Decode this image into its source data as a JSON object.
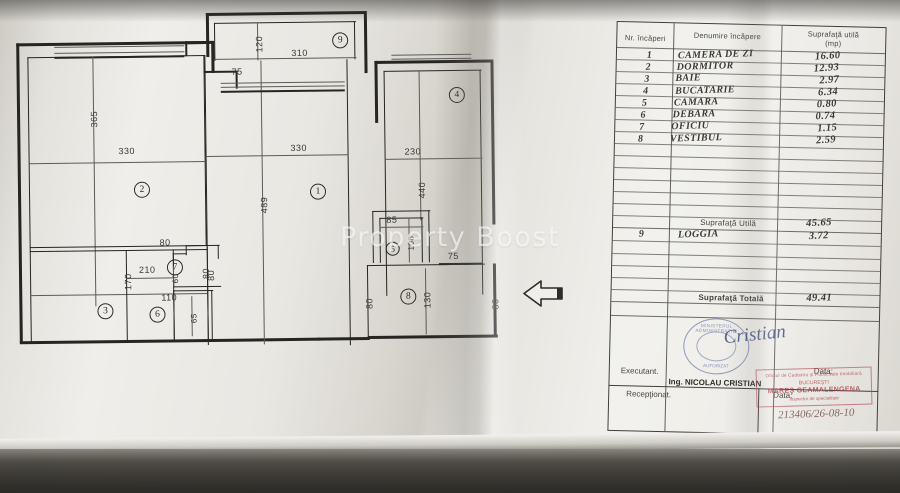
{
  "document": {
    "type": "cadastral-floor-plan-photo",
    "watermark": "Property Boost",
    "north_arrow": "arrow-left-icon"
  },
  "plan": {
    "rooms": [
      {
        "num": "1",
        "dims": [
          "330",
          "489"
        ]
      },
      {
        "num": "2",
        "dims": [
          "330",
          "365"
        ]
      },
      {
        "num": "3",
        "dims": [
          "210",
          "170"
        ]
      },
      {
        "num": "4",
        "dims": [
          "230",
          "440"
        ]
      },
      {
        "num": "5",
        "dims": [
          "85",
          "108"
        ]
      },
      {
        "num": "6",
        "dims": [
          "110",
          "65"
        ]
      },
      {
        "num": "7",
        "dims": [
          "80",
          "60"
        ]
      },
      {
        "num": "8",
        "dims": [
          "130",
          "80"
        ]
      },
      {
        "num": "9",
        "dims": [
          "310",
          "120"
        ]
      }
    ],
    "dimension_labels": {
      "d_330_top": "330",
      "d_365": "365",
      "d_330_mid": "330",
      "d_489": "489",
      "d_230": "230",
      "d_440": "440",
      "d_310": "310",
      "d_120": "120",
      "d_75_top": "75",
      "d_75_mid": "75",
      "d_170": "170",
      "d_210": "210",
      "d_60": "60",
      "d_80_a": "80",
      "d_80_b": "80",
      "d_80_c": "80",
      "d_80_d": "80",
      "d_80_e": "80",
      "d_110": "110",
      "d_65": "65",
      "d_85": "85",
      "d_108": "108",
      "d_130": "130"
    }
  },
  "table": {
    "headers": {
      "col_nr": "Nr. încăperi",
      "col_name": "Denumire încăpere",
      "col_area": "Suprafaţă utilă",
      "col_area_unit": "(mp)"
    },
    "rows": [
      {
        "nr": "1",
        "name": "CAMERA DE ZI",
        "area": "16.60"
      },
      {
        "nr": "2",
        "name": "DORMITOR",
        "area": "12.93"
      },
      {
        "nr": "3",
        "name": "BAIE",
        "area": "2.97"
      },
      {
        "nr": "4",
        "name": "BUCATARIE",
        "area": "6.34"
      },
      {
        "nr": "5",
        "name": "CAMARA",
        "area": "0.80"
      },
      {
        "nr": "6",
        "name": "DEBARA",
        "area": "0.74"
      },
      {
        "nr": "7",
        "name": "OFICIU",
        "area": "1.15"
      },
      {
        "nr": "8",
        "name": "VESTIBUL",
        "area": "2.59"
      }
    ],
    "subtotal": {
      "label": "Suprafaţă Utilă",
      "value": "45.65"
    },
    "loggia": {
      "nr": "9",
      "name": "LOGGIA",
      "area": "3.72"
    },
    "total": {
      "label": "Suprafaţă Totală",
      "value": "49.41"
    }
  },
  "footer": {
    "executant_label": "Executant.",
    "executant_name": "Ing. NICOLAU CRISTIAN",
    "receptionat_label": "Recepţionat.",
    "data_label_1": "Data:",
    "data_label_2": "Data:",
    "signature": "Cristian"
  },
  "stamps": {
    "blue": {
      "top_text": "MINISTERUL ADMINISTRAŢIEI",
      "bottom_text": "AUTORIZAT"
    },
    "red": {
      "line1": "Oficiul de Cadastru şi Publicitate Imobiliară",
      "line2": "BUCUREŞTI",
      "line3": "MAREŞ GEAMALENGENA",
      "line4": "inspector de specialitate",
      "number": "213406/26-08-10"
    }
  },
  "colors": {
    "ink": "#262522",
    "paper": "#efeeea",
    "red_stamp": "#ac3e46",
    "blue_stamp": "#405496"
  }
}
